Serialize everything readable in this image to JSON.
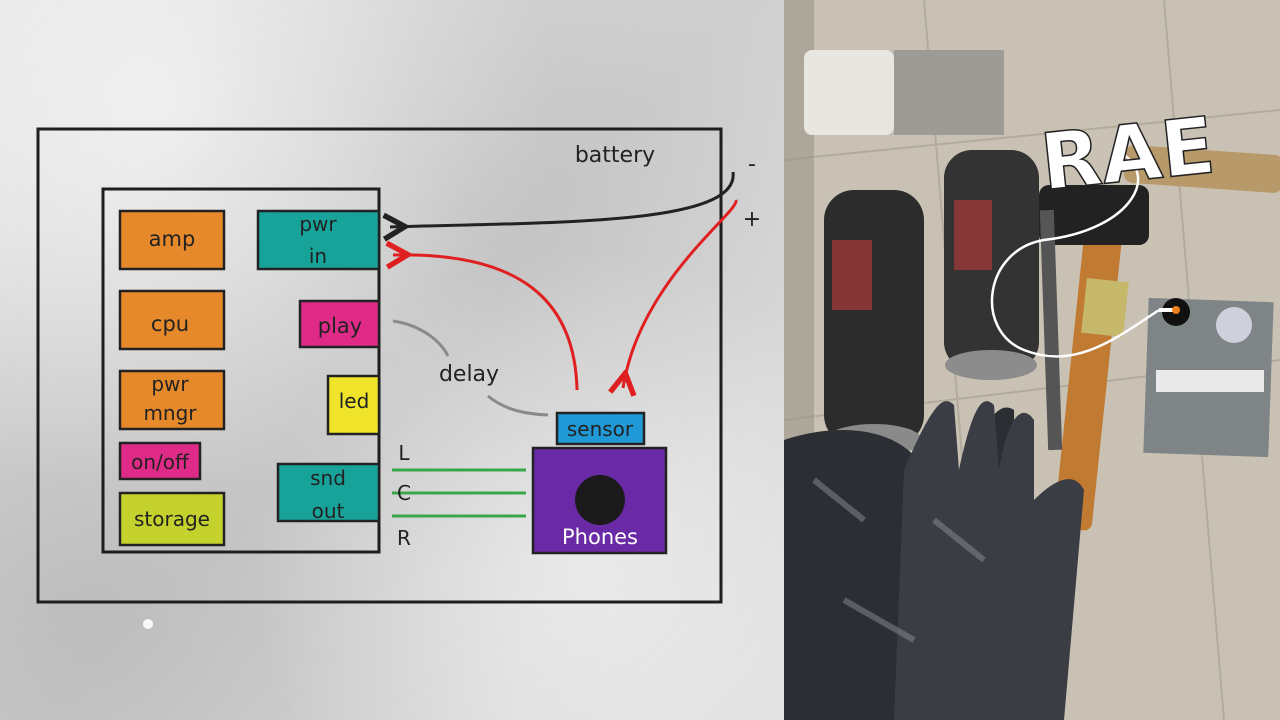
{
  "diagram": {
    "battery_label": "battery",
    "minus_label": "-",
    "plus_label": "+",
    "blocks": {
      "amp": "amp",
      "cpu": "cpu",
      "pwr_mngr_line1": "pwr",
      "pwr_mngr_line2": "mngr",
      "on_off": "on/off",
      "storage": "storage",
      "pwr_in_line1": "pwr",
      "pwr_in_line2": "in",
      "play": "play",
      "led": "led",
      "snd_out_line1": "snd",
      "snd_out_line2": "out"
    },
    "delay_label": "delay",
    "sensor_label": "sensor",
    "phones_label": "Phones",
    "channels": [
      "L",
      "C",
      "R"
    ]
  },
  "colors": {
    "orange": "#e6892b",
    "teal": "#17a39a",
    "magenta": "#e02a87",
    "yellow": "#efe42a",
    "lime": "#c5d12c",
    "blue": "#1f9ad6",
    "purple": "#6a2aa6",
    "red": "#e02020",
    "green": "#3aa64a",
    "gray_wire": "#808080"
  },
  "photo": {
    "logo_text": "RAE"
  }
}
